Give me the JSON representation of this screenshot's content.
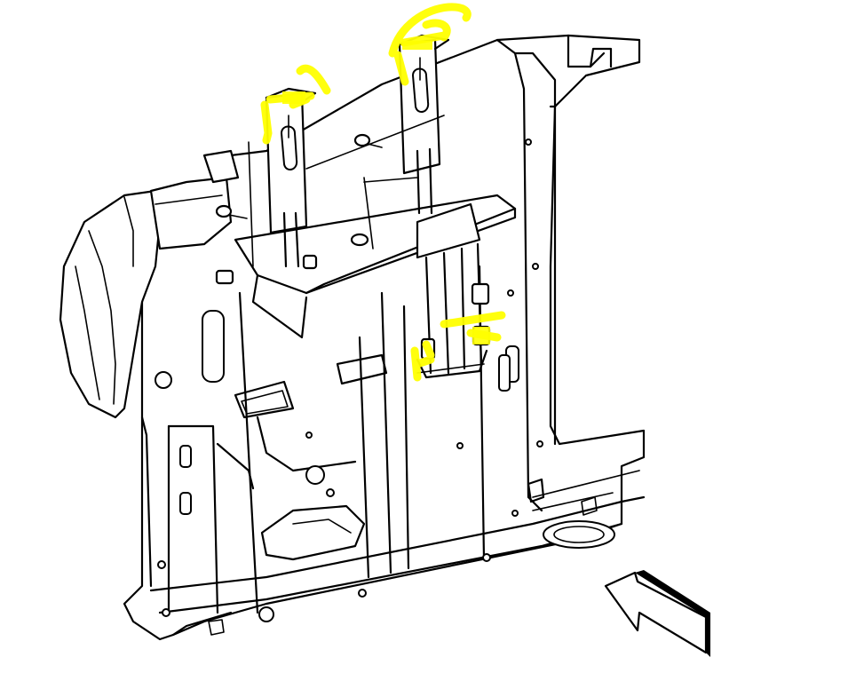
{
  "diagram": {
    "highlight_color": "#ffff00",
    "line_color": "#000000",
    "background_color": "#ffffff",
    "parts": [
      "radiator-support-panel",
      "upper-bracket-left",
      "upper-bracket-right",
      "lower-retainer-clips",
      "headlamp-housing-side",
      "direction-arrow"
    ]
  }
}
